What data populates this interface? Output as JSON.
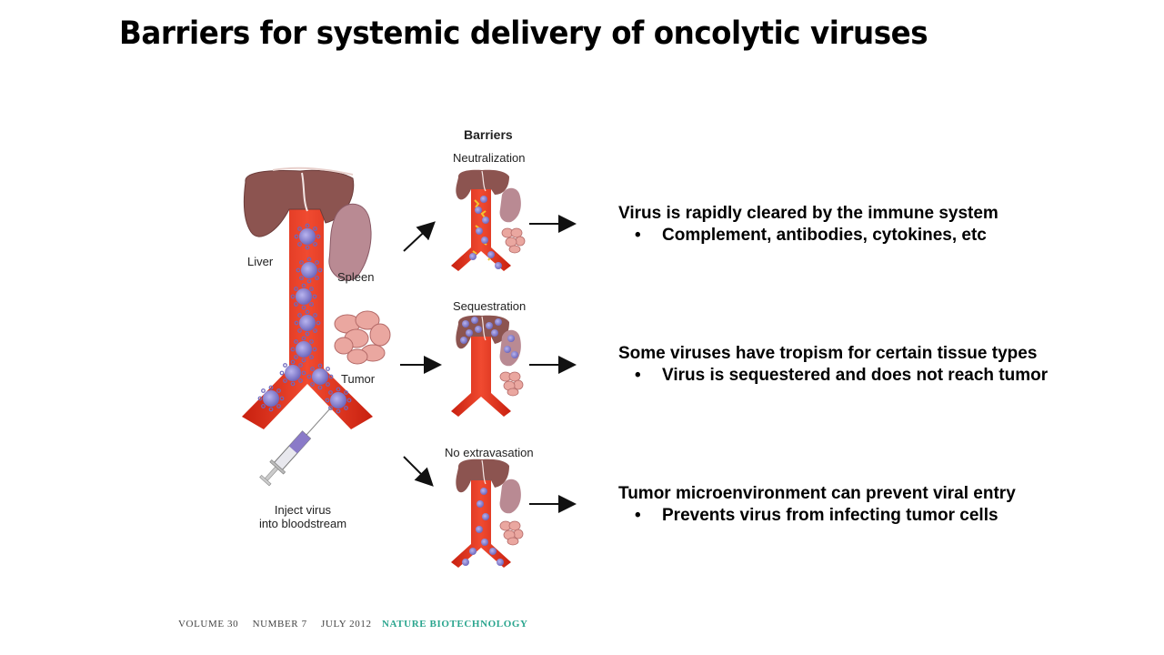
{
  "slide": {
    "title": "Barriers for systemic delivery of oncolytic viruses"
  },
  "figure": {
    "organ_labels": {
      "liver": "Liver",
      "spleen": "Spleen",
      "tumor": "Tumor"
    },
    "inject_label_line1": "Inject virus",
    "inject_label_line2": "into bloodstream",
    "barriers_heading": "Barriers",
    "barriers": [
      {
        "name": "Neutralization"
      },
      {
        "name": "Sequestration"
      },
      {
        "name": "No extravasation"
      }
    ],
    "colors": {
      "vessel": "#e8321e",
      "liver": "#8c5450",
      "spleen": "#b98a93",
      "tumor": "#eaa7a0",
      "virus": "#8c86d2"
    }
  },
  "descriptions": [
    {
      "main": "Virus is rapidly cleared by the immune system",
      "bullet": "Complement, antibodies, cytokines, etc"
    },
    {
      "main": "Some viruses have tropism for certain tissue types",
      "bullet": "Virus is sequestered and does not reach tumor"
    },
    {
      "main": "Tumor microenvironment can prevent viral entry",
      "bullet": "Prevents virus from infecting tumor cells"
    }
  ],
  "bullet_glyph": "•",
  "citation": {
    "volume": "VOLUME 30",
    "number": "NUMBER 7",
    "date": "JULY 2012",
    "journal": "NATURE BIOTECHNOLOGY"
  }
}
